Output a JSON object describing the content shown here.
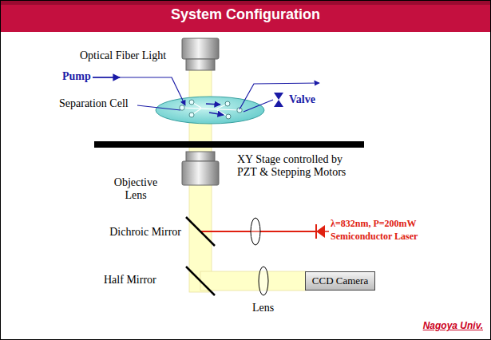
{
  "diagram": {
    "title": "System Configuration",
    "nodes": [
      {
        "text": [
          "CCD Camera"
        ]
      }
    ],
    "labels": [
      "Optical Fiber Light",
      "Pump",
      "Separation Cell",
      "Valve",
      "XY Stage controlled by PZT & Stepping Motors",
      "Objective Lens",
      "Dichroic Mirror",
      "λ=832nm, P=200mW",
      "Semiconductor Laser",
      "Half Mirror",
      "Lens",
      "Nagoya Univ."
    ]
  }
}
